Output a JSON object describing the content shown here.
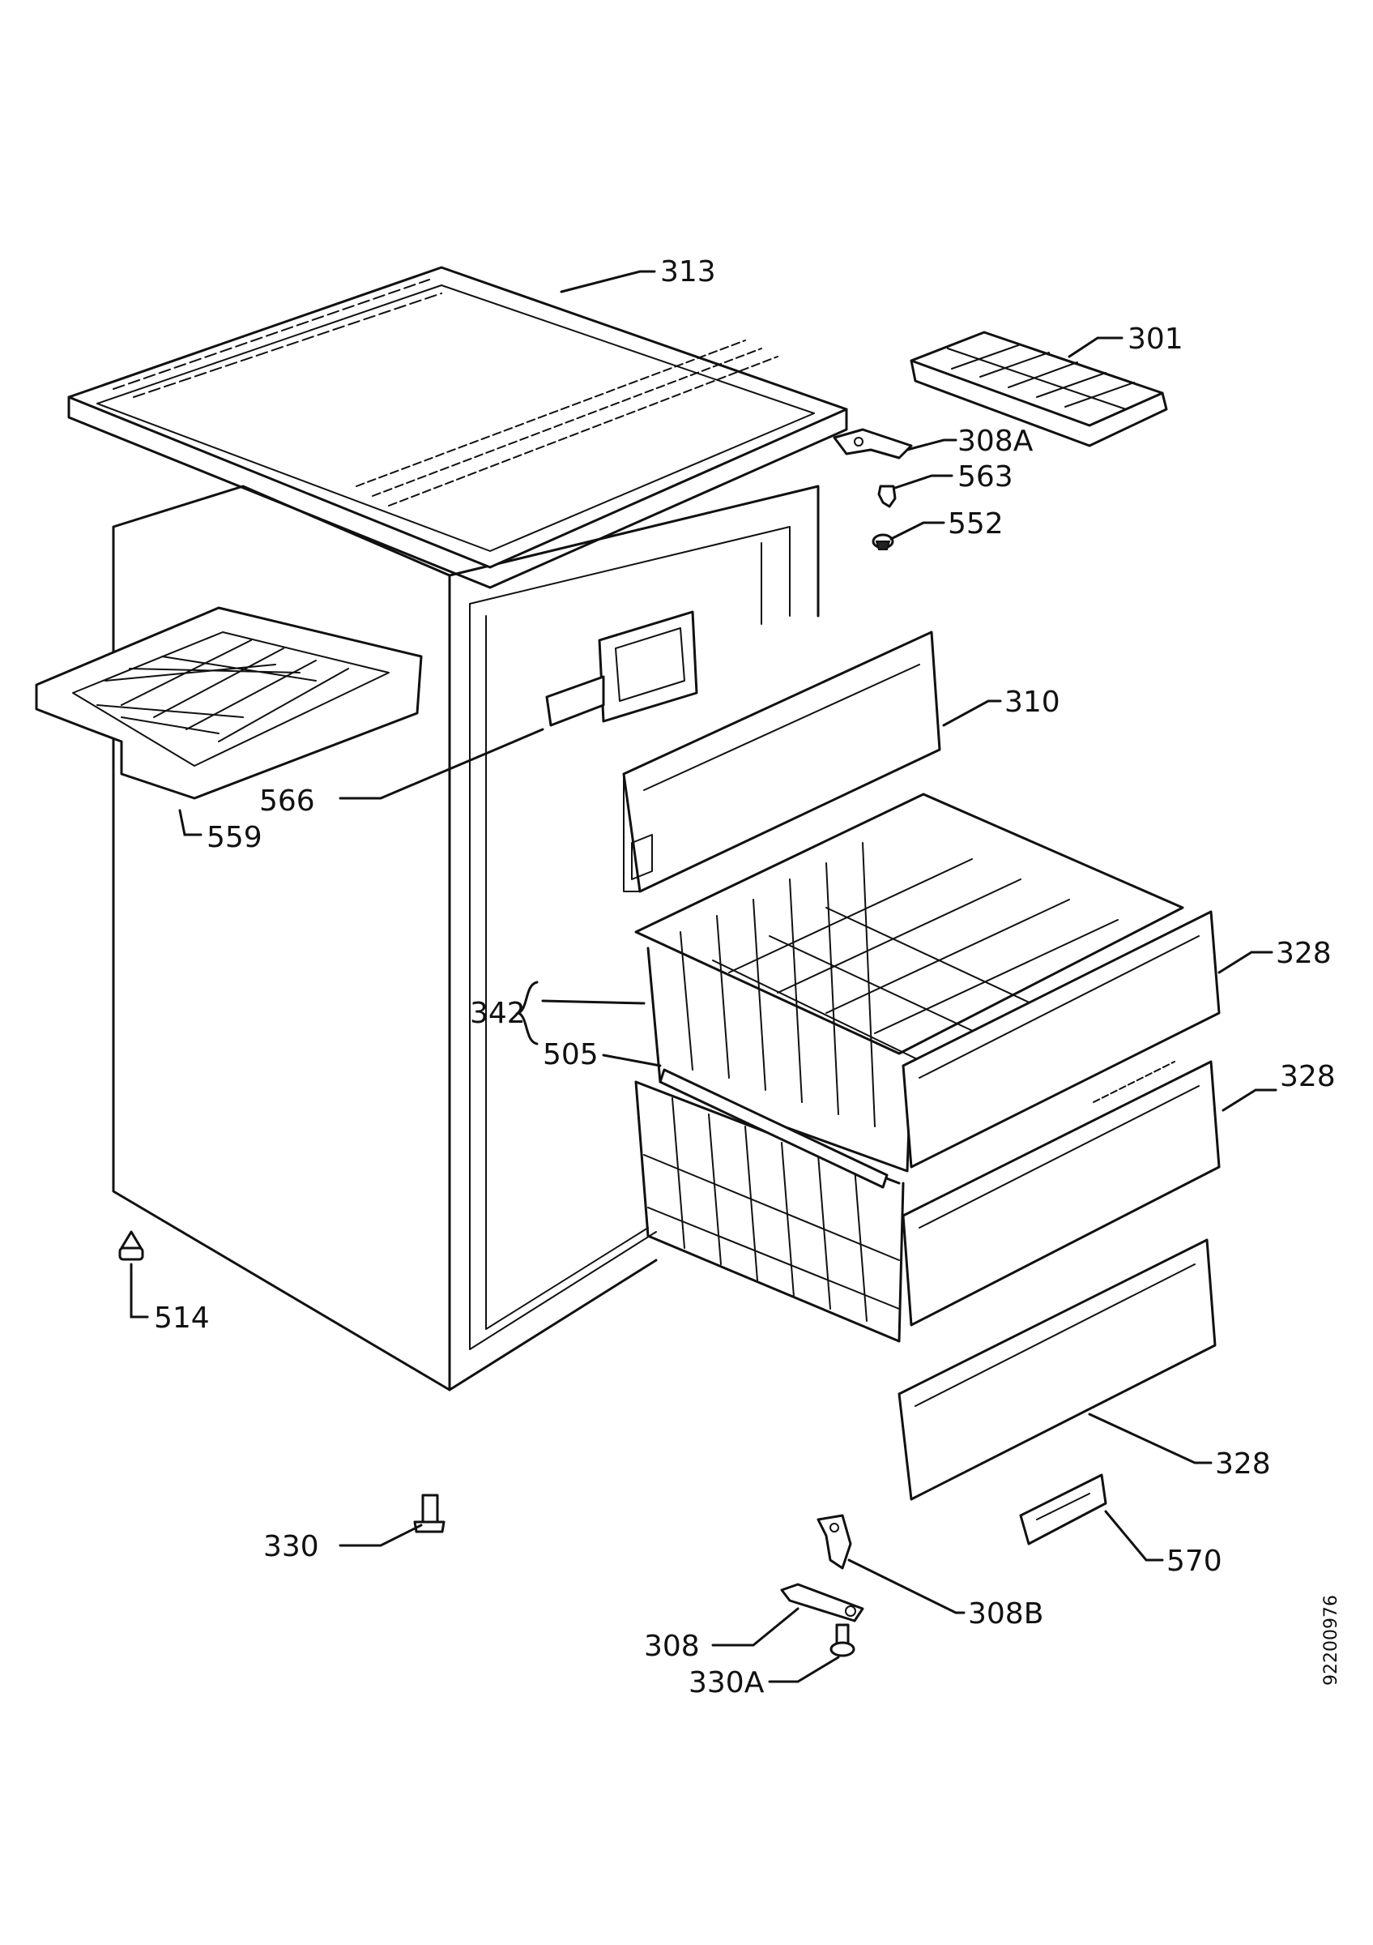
{
  "labels": {
    "p313": "313",
    "p301": "301",
    "p308A": "308A",
    "p563": "563",
    "p552": "552",
    "p310": "310",
    "p566": "566",
    "p559": "559",
    "p328a": "328",
    "p328b": "328",
    "p328c": "328",
    "p342": "342",
    "p505": "505",
    "p514": "514",
    "p330": "330",
    "p308B": "308B",
    "p570": "570",
    "p308": "308",
    "p330A": "330A"
  },
  "document_id": "92200976"
}
